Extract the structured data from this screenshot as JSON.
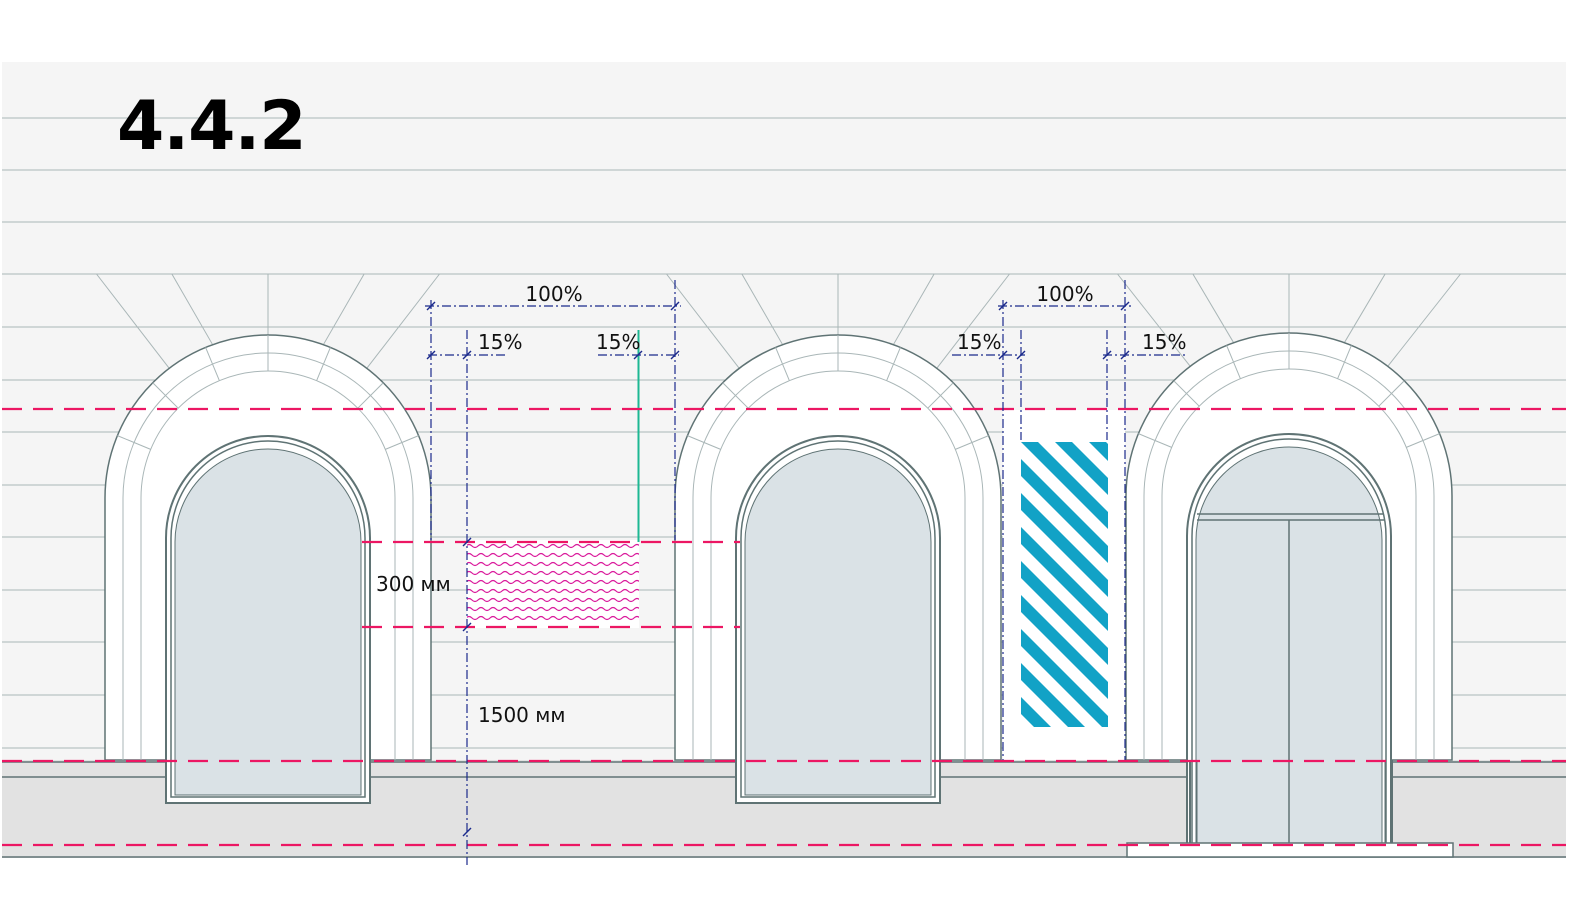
{
  "section_number": "4.4.2",
  "dimensions": {
    "sign1_width": "100%",
    "sign1_margin_left": "15%",
    "sign1_margin_right": "15%",
    "sign1_height": "300 мм",
    "sign1_bottom_offset": "1500 мм",
    "sign2_width": "100%",
    "sign2_margin_left": "15%",
    "sign2_margin_right": "15%"
  },
  "colors": {
    "wall": "#f5f5f5",
    "wall_line": "#a9b6b7",
    "outline": "#5f7374",
    "glass": "#dae2e6",
    "plinth": "#e2e2e2",
    "guide_line": "#ec1763",
    "dimension_line": "#1b2a8c",
    "wave_fill": "#d9179a",
    "stripe": "#12a2c6",
    "bracket": "#1db893"
  }
}
